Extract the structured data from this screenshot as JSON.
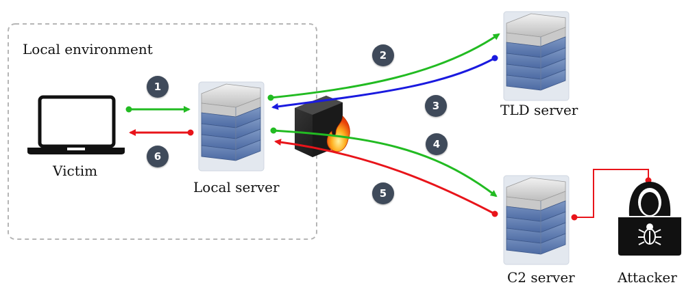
{
  "environment": {
    "label": "Local environment"
  },
  "nodes": {
    "victim": {
      "label": "Victim"
    },
    "local_server": {
      "label": "Local server"
    },
    "tld_server": {
      "label": "TLD server"
    },
    "c2_server": {
      "label": "C2 server"
    },
    "attacker": {
      "label": "Attacker"
    }
  },
  "steps": [
    "1",
    "2",
    "3",
    "4",
    "5",
    "6"
  ],
  "colors": {
    "green": "#22bb22",
    "blue": "#1a1adf",
    "red": "#e8141a",
    "badge": "#3f4a5a",
    "border": "#b5b5b5"
  },
  "icons": {
    "victim": "laptop-icon",
    "servers": "server-rack-icon",
    "firewall": "firewall-icon",
    "attacker": "hacker-icon"
  }
}
